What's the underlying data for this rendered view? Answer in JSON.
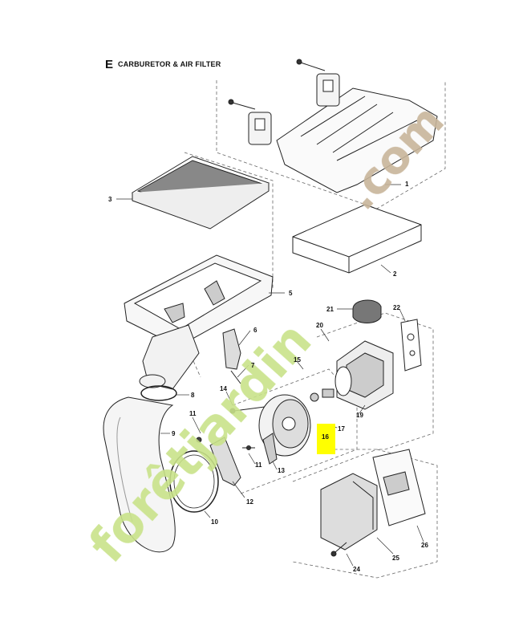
{
  "header": {
    "section_letter": "E",
    "title": "CARBURETOR & AIR FILTER"
  },
  "watermark": {
    "green_text": "forêtjardin",
    "tan_text": ".com",
    "colors": {
      "green": "#c9e28a",
      "orange": "#f2a03c",
      "tan": "#c8b59a"
    }
  },
  "highlight_color": "#ffff00",
  "callouts": [
    {
      "id": "1",
      "label": "1"
    },
    {
      "id": "2",
      "label": "2"
    },
    {
      "id": "3",
      "label": "3"
    },
    {
      "id": "5",
      "label": "5"
    },
    {
      "id": "6",
      "label": "6"
    },
    {
      "id": "7",
      "label": "7"
    },
    {
      "id": "8",
      "label": "8"
    },
    {
      "id": "9",
      "label": "9"
    },
    {
      "id": "10",
      "label": "10"
    },
    {
      "id": "11a",
      "label": "11"
    },
    {
      "id": "11b",
      "label": "11"
    },
    {
      "id": "12",
      "label": "12"
    },
    {
      "id": "13",
      "label": "13"
    },
    {
      "id": "14",
      "label": "14"
    },
    {
      "id": "15",
      "label": "15"
    },
    {
      "id": "16",
      "label": "16"
    },
    {
      "id": "17",
      "label": "17"
    },
    {
      "id": "19",
      "label": "19"
    },
    {
      "id": "20",
      "label": "20"
    },
    {
      "id": "21",
      "label": "21"
    },
    {
      "id": "22",
      "label": "22"
    },
    {
      "id": "24",
      "label": "24"
    },
    {
      "id": "25",
      "label": "25"
    },
    {
      "id": "26",
      "label": "26"
    }
  ]
}
